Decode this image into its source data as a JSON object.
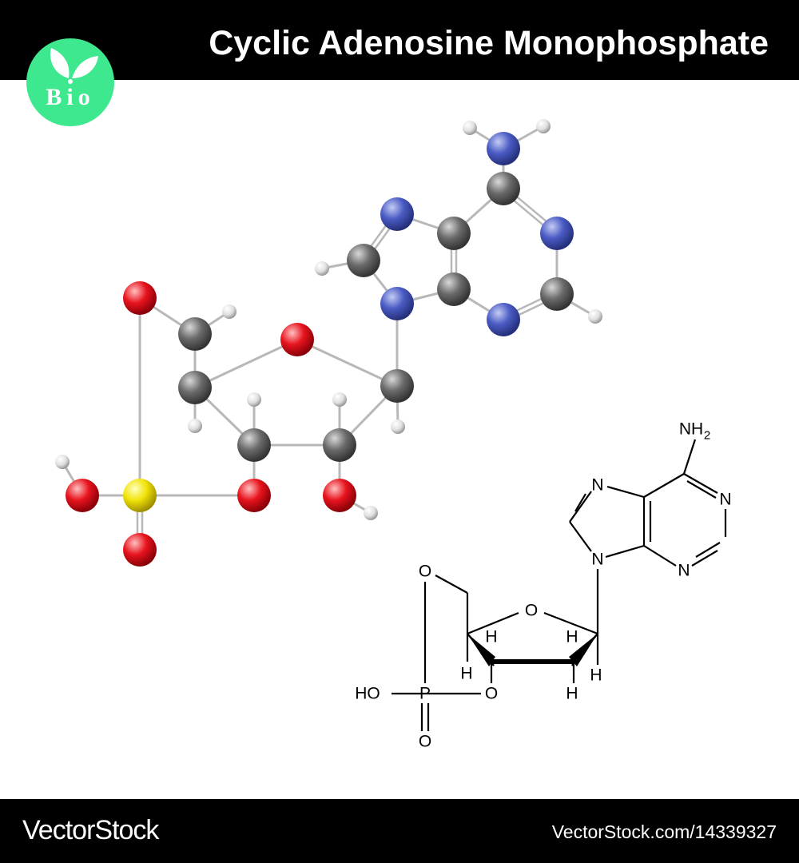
{
  "header": {
    "title": "Cyclic Adenosine Monophosphate",
    "logo_text": "Bio"
  },
  "footer": {
    "brand": "VectorStock",
    "image_id": "VectorStock.com/14339327"
  },
  "colors": {
    "carbon": "#6b6b6b",
    "nitrogen": "#4a5bc4",
    "oxygen": "#e8141e",
    "hydrogen": "#e8e8e8",
    "phosphorus": "#f2e40a",
    "logo": "#3ee88f"
  },
  "structural_labels": {
    "nh2": "NH",
    "nh2_sub": "2",
    "n1": "N",
    "n3": "N",
    "n7": "N",
    "n9": "N",
    "o_ring": "O",
    "o5": "O",
    "o3": "O",
    "o_double": "O",
    "p": "P",
    "ho": "HO",
    "h_c4": "H",
    "h_c1": "H",
    "h_c4_down": "H",
    "h_c1_down": "H",
    "h_c2": "H"
  }
}
